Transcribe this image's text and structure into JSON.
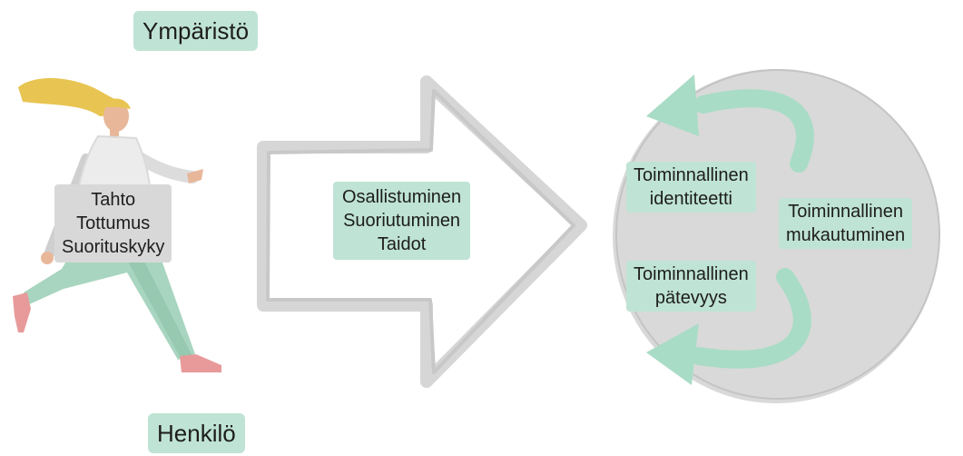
{
  "environment_label": "Ympäristö",
  "person_label": "Henkilö",
  "person_traits": [
    "Tahto",
    "Tottumus",
    "Suorituskyky"
  ],
  "arrow_items": [
    "Osallistuminen",
    "Suoriutuminen",
    "Taidot"
  ],
  "circle": {
    "identity": [
      "Toiminnallinen",
      "identiteetti"
    ],
    "adaptation": [
      "Toiminnallinen",
      "mukautuminen"
    ],
    "competence": [
      "Toiminnallinen",
      "pätevyys"
    ]
  },
  "colors": {
    "mint": "#bfe3d4",
    "arrow_mint": "#a9dcc6",
    "grey": "#d9d9d9"
  }
}
